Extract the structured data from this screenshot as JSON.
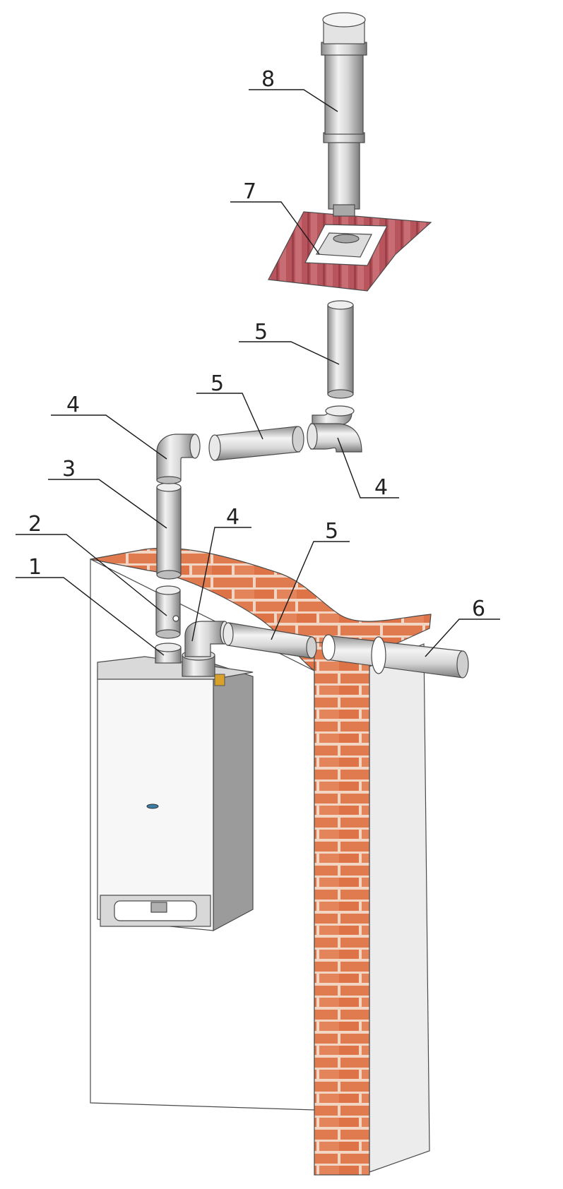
{
  "colors": {
    "brick": "#e07a4f",
    "mortar": "#f3d5c4",
    "roof": "#b8545c",
    "pipe_light": "#f2f2f2",
    "pipe_mid": "#c9c9c9",
    "pipe_dark": "#8c8c8c",
    "wall": "#ffffff",
    "boiler_side": "#9b9b9b",
    "seal_ring": "#2c7fa3"
  },
  "callouts": {
    "c1": "1",
    "c2": "2",
    "c3": "3",
    "c4_upper_left": "4",
    "c4_upper_right": "4",
    "c4_lower": "4",
    "c5_horizontal": "5",
    "c5_vertical": "5",
    "c5_wall": "5",
    "c6": "6",
    "c7": "7",
    "c8": "8"
  }
}
